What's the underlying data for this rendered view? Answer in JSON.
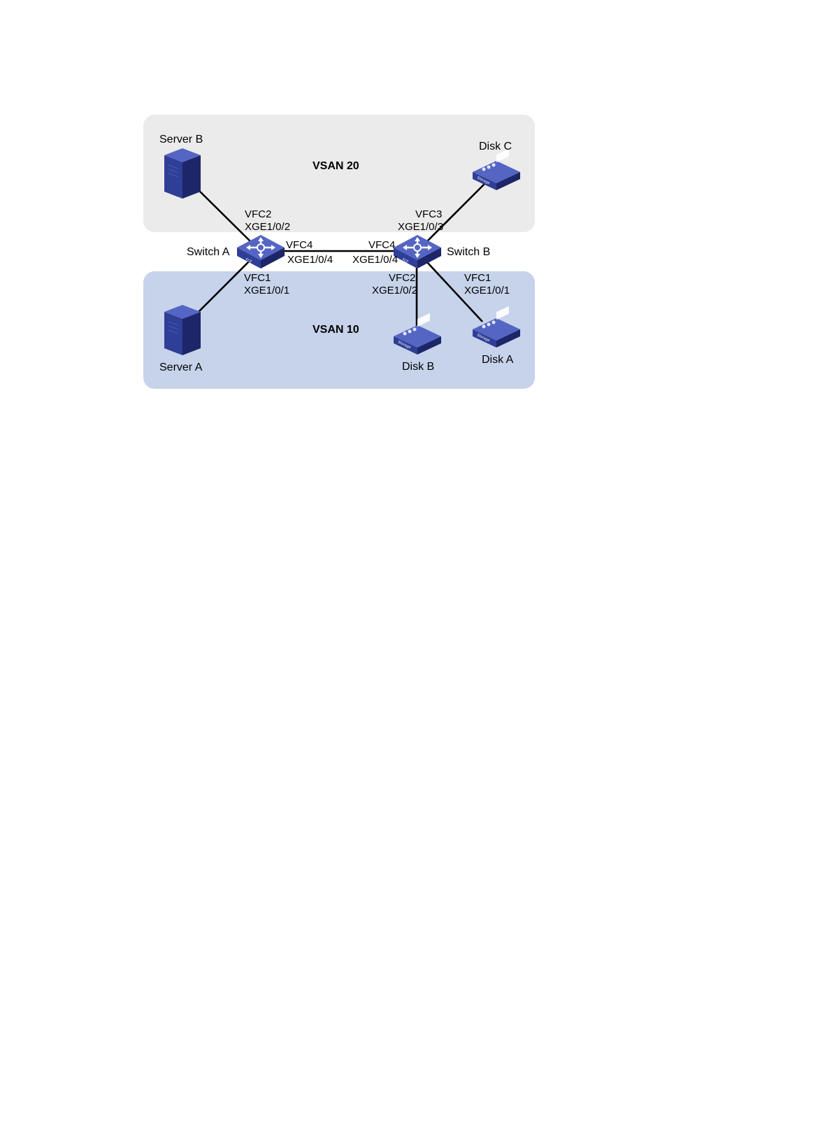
{
  "zones": {
    "vsan20": {
      "label": "VSAN 20",
      "color": "#ebebeb"
    },
    "vsan10": {
      "label": "VSAN 10",
      "color": "#c6d3ea"
    }
  },
  "nodes": {
    "server_b": "Server B",
    "server_a": "Server A",
    "switch_a": "Switch A",
    "switch_b": "Switch B",
    "disk_a": "Disk A",
    "disk_b": "Disk B",
    "disk_c": "Disk C"
  },
  "switch_badge": "FCF",
  "disk_badge": "Storage",
  "ports": {
    "a_to_server_b": [
      "VFC2",
      "XGE1/0/2"
    ],
    "a_to_server_a": [
      "VFC1",
      "XGE1/0/1"
    ],
    "a_to_b": [
      "VFC4",
      "XGE1/0/4"
    ],
    "b_to_a": [
      "VFC4",
      "XGE1/0/4"
    ],
    "b_to_disk_c": [
      "VFC3",
      "XGE1/0/3"
    ],
    "b_to_disk_b": [
      "VFC2",
      "XGE1/0/2"
    ],
    "b_to_disk_a": [
      "VFC1",
      "XGE1/0/1"
    ]
  },
  "colors": {
    "device": "#2f3e96",
    "device_light": "#5565c3",
    "device_dark": "#1c2668"
  }
}
